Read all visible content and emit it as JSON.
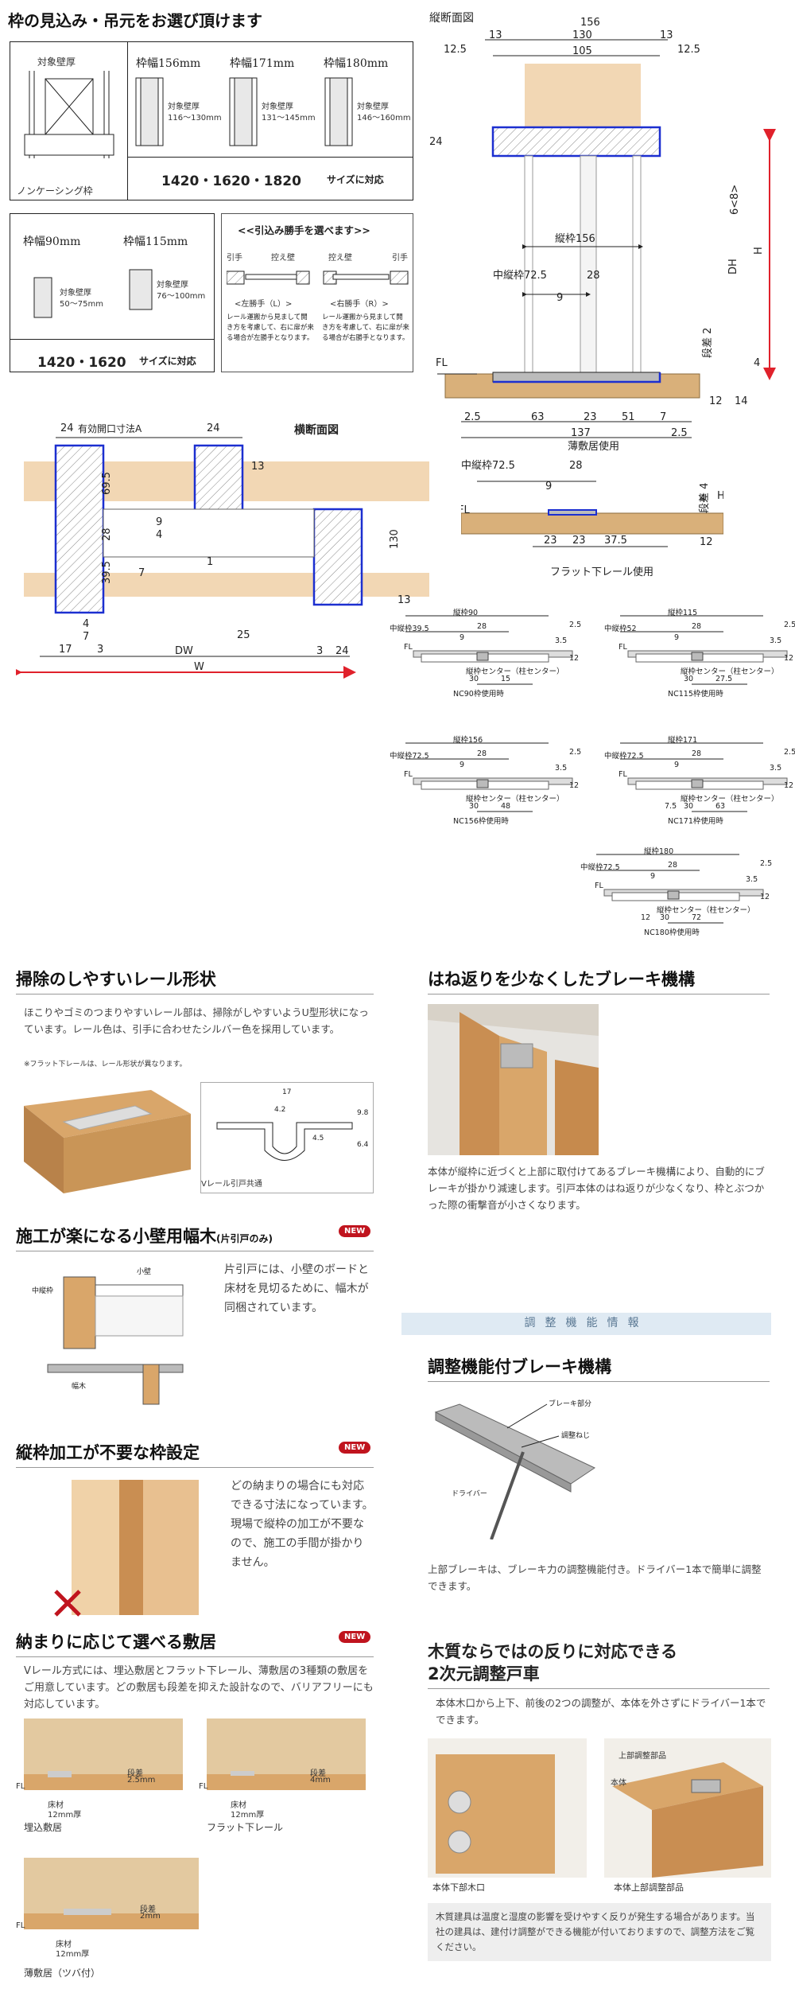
{
  "top_left": {
    "title": "枠の見込み・吊元をお選び頂けます",
    "box1": {
      "wall_label": "対象壁厚",
      "noncasing": "ノンケーシング枠",
      "widths": [
        {
          "label": "枠幅156mm",
          "wall": "対象壁厚",
          "range": "116〜130mm"
        },
        {
          "label": "枠幅171mm",
          "wall": "対象壁厚",
          "range": "131〜145mm"
        },
        {
          "label": "枠幅180mm",
          "wall": "対象壁厚",
          "range": "146〜160mm"
        }
      ],
      "sizes": "1420・1620・1820",
      "sizes_note": "サイズに対応"
    },
    "box2": {
      "widths": [
        {
          "label": "枠幅90mm",
          "wall": "対象壁厚",
          "range": "50〜75mm"
        },
        {
          "label": "枠幅115mm",
          "wall": "対象壁厚",
          "range": "76〜100mm"
        }
      ],
      "sizes": "1420・1620",
      "sizes_note": "サイズに対応"
    },
    "box3": {
      "title": "<<引込み勝手を選べます>>",
      "left_a": "引手",
      "left_b": "控え壁",
      "right_a": "控え壁",
      "right_b": "引手",
      "left_caption": "<左勝手（L）>",
      "right_caption": "<右勝手（R）>",
      "left_note": "レール運搬から見まして開き方を考慮して、右に扉が来る場合が左勝手となります。",
      "right_note": "レール運搬から見まして開き方を考慮して、右に扉が来る場合が右勝手となります。"
    }
  },
  "vertical_section": {
    "title": "縦断面図",
    "dims": {
      "w156": "156",
      "w130": "130",
      "w105": "105",
      "d13a": "13",
      "d13b": "13",
      "d125a": "12.5",
      "d125b": "12.5",
      "d24": "24",
      "d6_8": "6<8>",
      "dh": "DH",
      "h": "H",
      "tate": "縦枠156",
      "naka": "中縦枠72.5",
      "d28": "28",
      "d9": "9",
      "dansa": "段差 2",
      "d4": "4",
      "fl": "FL",
      "d12": "12",
      "d14": "14",
      "d25": "2.5",
      "d63": "63",
      "d23": "23",
      "d51": "51",
      "d7": "7",
      "d137": "137",
      "d2_5b": "2.5"
    },
    "usage": "薄敷居使用"
  },
  "flat_rail": {
    "naka": "中縦枠72.5",
    "d28": "28",
    "d9": "9",
    "fl": "FL",
    "dansa": "段差 4",
    "h": "H",
    "d4": "4",
    "d23a": "23",
    "d23b": "23",
    "d375": "37.5",
    "d12": "12",
    "usage": "フラット下レール使用"
  },
  "horizontal_section": {
    "title": "横断面図",
    "opening": "有効開口寸法A",
    "dims": {
      "d24a": "24",
      "d24b": "24",
      "d13": "13",
      "d695": "69.5",
      "d28": "28",
      "d395": "39.5",
      "d130": "130",
      "d9": "9",
      "d4": "4",
      "d1": "1",
      "d7": "7",
      "d4b": "4",
      "d7b": "7",
      "d17": "17",
      "d3": "3",
      "dw": "DW",
      "d25": "25",
      "d3b": "3",
      "d24c": "24",
      "w": "W",
      "d13b": "13"
    }
  },
  "small_sections": [
    {
      "frame": "縦枠90",
      "naka": "中縦枠39.5",
      "d9": "9",
      "d28": "28",
      "d35": "3.5",
      "d25": "2.5",
      "d12": "12",
      "center": "縦枠センター（柱センター）",
      "a": "30",
      "b": "15",
      "cap": "NC90枠使用時"
    },
    {
      "frame": "縦枠115",
      "naka": "中縦枠52",
      "d9": "9",
      "d28": "28",
      "d35": "3.5",
      "d25": "2.5",
      "d12": "12",
      "center": "縦枠センター（柱センター）",
      "a": "30",
      "b": "27.5",
      "cap": "NC115枠使用時"
    },
    {
      "frame": "縦枠156",
      "naka": "中縦枠72.5",
      "d9": "9",
      "d28": "28",
      "d35": "3.5",
      "d25": "2.5",
      "d12": "12",
      "center": "縦枠センター（柱センター）",
      "a": "30",
      "b": "48",
      "cap": "NC156枠使用時"
    },
    {
      "frame": "縦枠171",
      "naka": "中縦枠72.5",
      "d9": "9",
      "d28": "28",
      "d35": "3.5",
      "d25": "2.5",
      "d12": "12",
      "center": "縦枠センター（柱センター）",
      "a": "30",
      "b": "63",
      "extra": "7.5",
      "cap": "NC171枠使用時"
    },
    {
      "frame": "縦枠180",
      "naka": "中縦枠72.5",
      "d9": "9",
      "d28": "28",
      "d35": "3.5",
      "d25": "2.5",
      "d12": "12",
      "center": "縦枠センター（柱センター）",
      "a": "30",
      "b": "72",
      "extra": "12",
      "cap": "NC180枠使用時"
    }
  ],
  "features": {
    "rail": {
      "title": "掃除のしやすいレール形状",
      "body": "ほこりやゴミのつまりやすいレール部は、掃除がしやすいようU型形状になっています。レール色は、引手に合わせたシルバー色を採用しています。",
      "note": "※フラット下レールは、レール形状が異なります。",
      "caption": "Vレール引戸共通",
      "dims": [
        "17",
        "4.2",
        "9.8",
        "4.5",
        "6.4"
      ]
    },
    "brake": {
      "title": "はね返りを少なくしたブレーキ機構",
      "body": "本体が縦枠に近づくと上部に取付けてあるブレーキ機構により、自動的にブレーキが掛かり減速します。引戸本体のはね返りが少なくなり、枠とぶつかった際の衝撃音が小さくなります。"
    },
    "baseboard": {
      "title": "施工が楽になる小壁用幅木",
      "title_sub": "(片引戸のみ)",
      "new": "NEW",
      "body": "片引戸には、小壁のボードと床材を見切るために、幅木が同梱されています。",
      "labels": {
        "naka": "中縦枠",
        "kokabe": "小壁",
        "haba": "幅木"
      }
    },
    "info_bar": "調整機能情報",
    "adj_brake": {
      "title": "調整機能付ブレーキ機構",
      "labels": {
        "brake": "ブレーキ部分",
        "screw": "調整ねじ",
        "driver": "ドライバー"
      },
      "body": "上部ブレーキは、ブレーキ力の調整機能付き。ドライバー1本で簡単に調整できます。"
    },
    "frame": {
      "title": "縦枠加工が不要な枠設定",
      "new": "NEW",
      "body": "どの納まりの場合にも対応できる寸法になっています。現場で縦枠の加工が不要なので、施工の手間が掛かりません。"
    },
    "threshold": {
      "title": "納まりに応じて選べる敷居",
      "new": "NEW",
      "body": "Vレール方式には、埋込敷居とフラット下レール、薄敷居の3種類の敷居をご用意しています。どの敷居も段差を抑えた設計なので、バリアフリーにも対応しています。",
      "items": [
        {
          "cap": "埋込敷居",
          "dansa": "段差",
          "dansa_v": "2.5mm",
          "fl": "FL",
          "floor": "床材",
          "floor_v": "12mm厚"
        },
        {
          "cap": "フラット下レール",
          "dansa": "段差",
          "dansa_v": "4mm",
          "fl": "FL",
          "floor": "床材",
          "floor_v": "12mm厚"
        },
        {
          "cap": "薄敷居（ツバ付）",
          "dansa": "段差",
          "dansa_v": "2mm",
          "fl": "FL",
          "floor": "床材",
          "floor_v": "12mm厚"
        }
      ]
    },
    "adjust": {
      "title1": "木質ならではの反りに対応できる",
      "title2": "2次元調整戸車",
      "body": "本体木口から上下、前後の2つの調整が、本体を外さずにドライバー1本でできます。",
      "cap_left": "本体下部木口",
      "cap_right": "本体上部調整部品",
      "label_part": "上部調整部品",
      "label_body": "本体",
      "note": "木質建具は温度と湿度の影響を受けやすく反りが発生する場合があります。当社の建具は、建付け調整ができる機能が付いておりますので、調整方法をご覧ください。"
    }
  }
}
